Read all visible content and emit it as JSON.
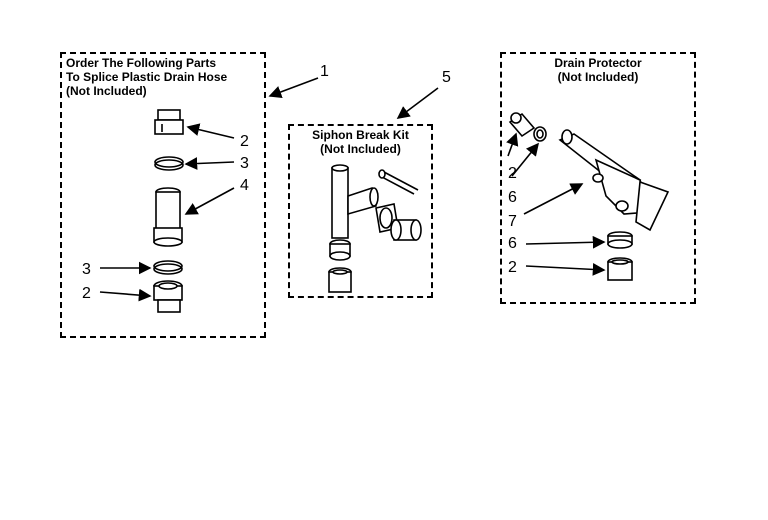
{
  "groups": {
    "splice": {
      "title_lines": [
        "Order The Following Parts",
        "To Splice Plastic Drain Hose",
        "(Not Included)"
      ],
      "callout": "1",
      "part_labels": [
        "2",
        "3",
        "4",
        "3",
        "2"
      ]
    },
    "siphon": {
      "title_lines": [
        "Siphon Break Kit",
        "(Not Included)"
      ],
      "callout": "5"
    },
    "drain": {
      "title_lines": [
        "Drain Protector",
        "(Not Included)"
      ],
      "part_labels": [
        "2",
        "6",
        "7",
        "6",
        "2"
      ]
    }
  }
}
